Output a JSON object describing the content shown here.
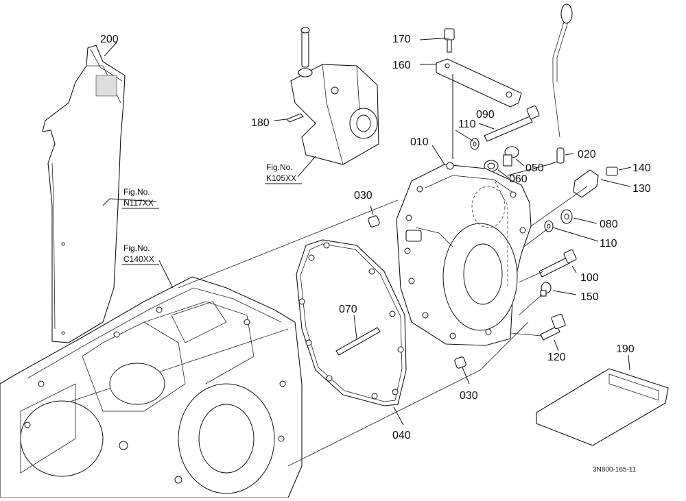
{
  "diagram": {
    "callouts": {
      "c200": "200",
      "c170": "170",
      "c160": "160",
      "c180": "180",
      "c090": "090",
      "c110a": "110",
      "c010": "010",
      "c020": "020",
      "c050": "050",
      "c060": "060",
      "c140": "140",
      "c130": "130",
      "c030a": "030",
      "c080": "080",
      "c110b": "110",
      "c100": "100",
      "c150": "150",
      "c070": "070",
      "c120": "120",
      "c190": "190",
      "c030b": "030",
      "c040": "040"
    },
    "figrefs": {
      "n117_label": "Fig.No.",
      "n117_code": "N117XX",
      "k105_label": "Fig.No.",
      "k105_code": "K105XX",
      "c140_label": "Fig.No.",
      "c140_code": "C140XX"
    },
    "drawing_code": "3N800-165-11"
  }
}
